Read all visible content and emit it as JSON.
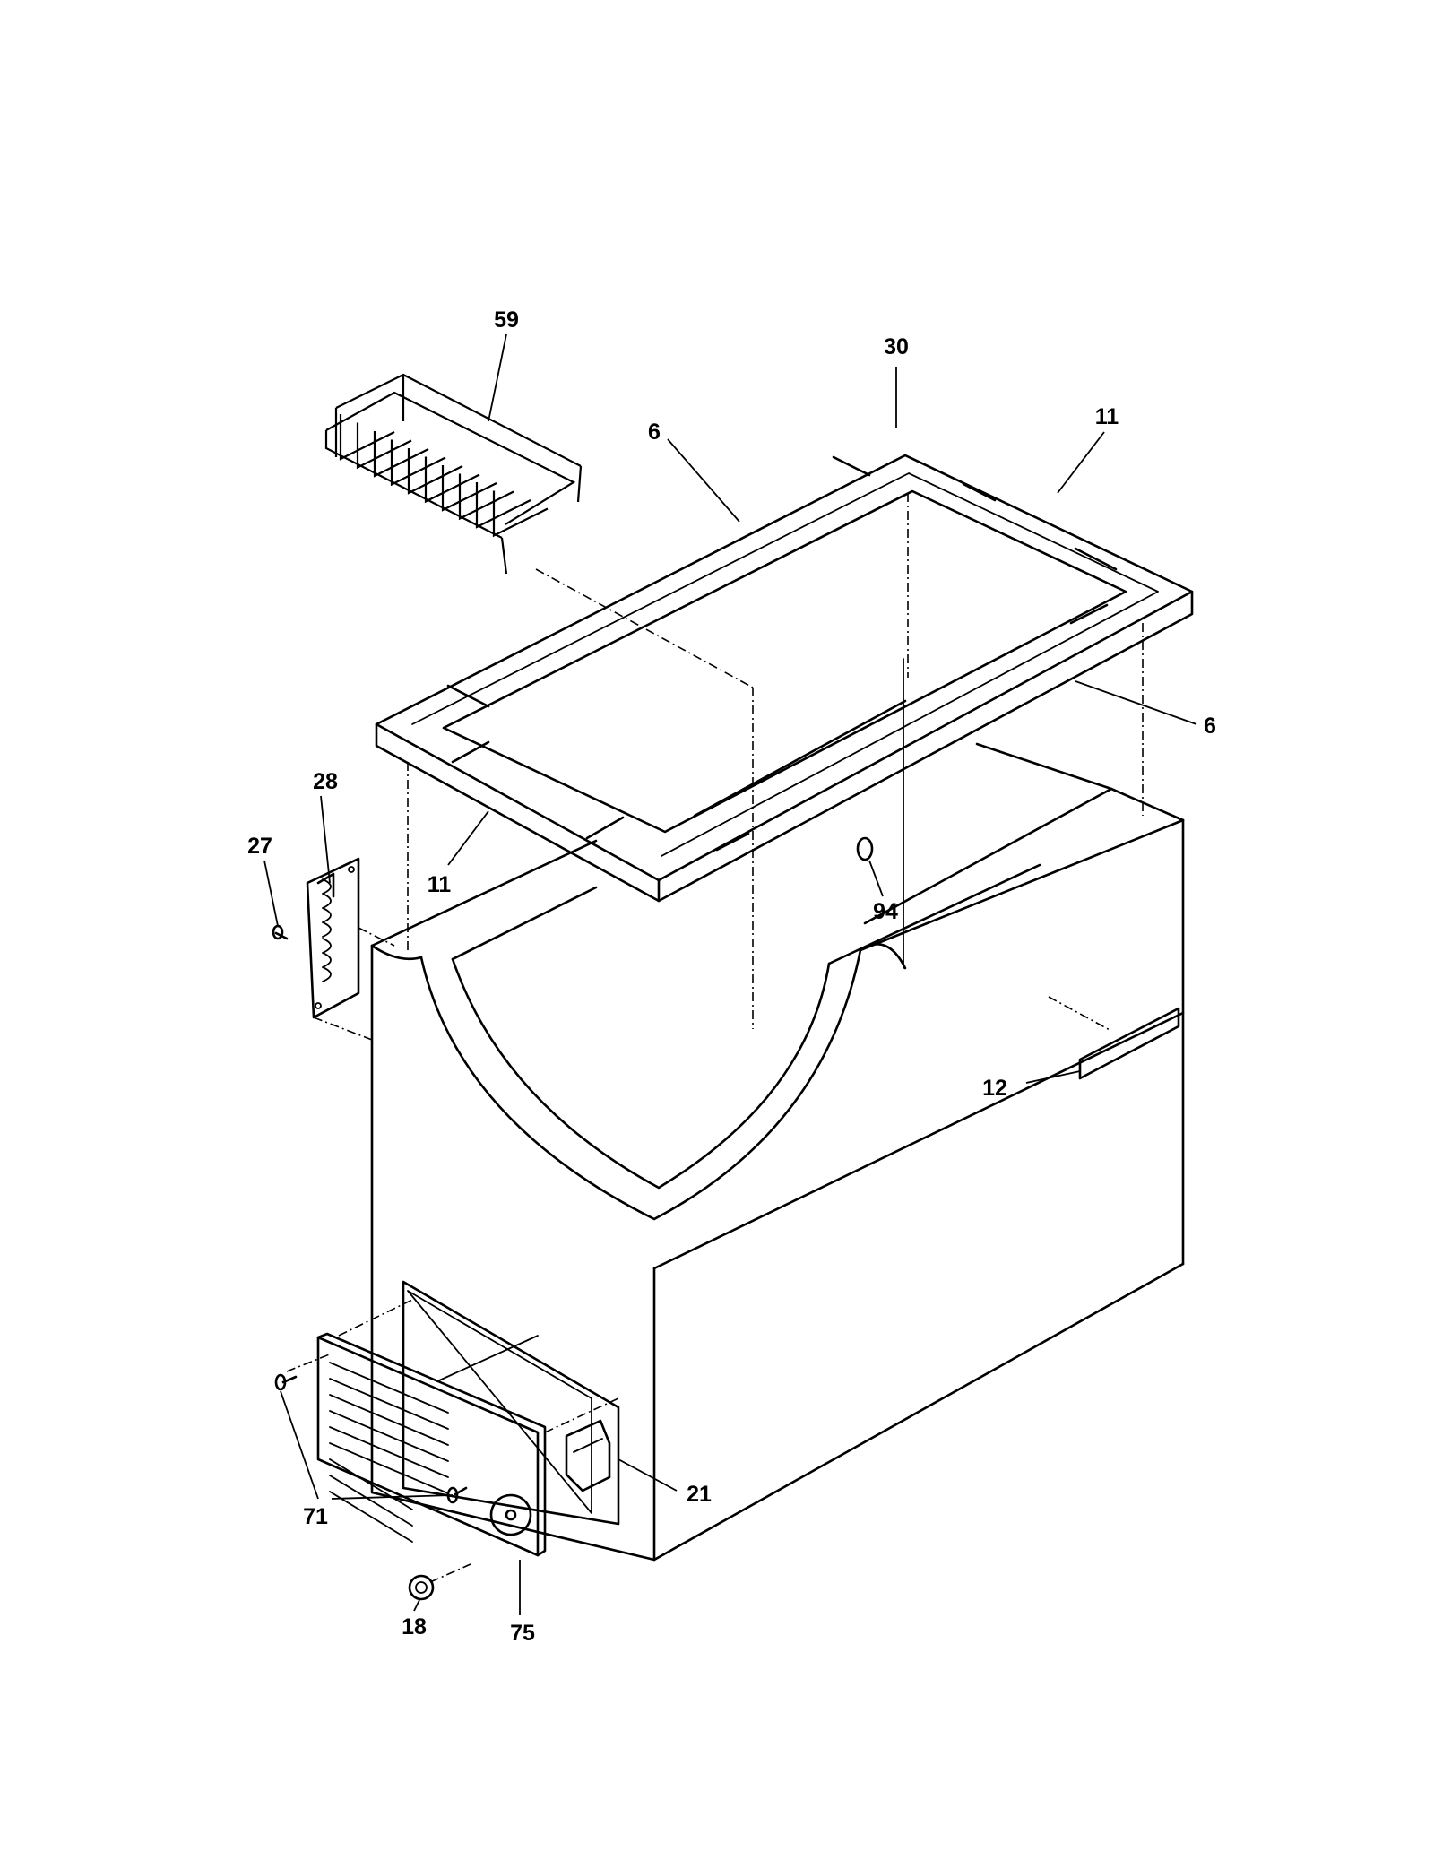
{
  "diagram": {
    "type": "exploded parts view",
    "callouts": [
      "59",
      "30",
      "6",
      "11",
      "6",
      "28",
      "27",
      "11",
      "94",
      "12",
      "21",
      "71",
      "18",
      "75"
    ]
  }
}
